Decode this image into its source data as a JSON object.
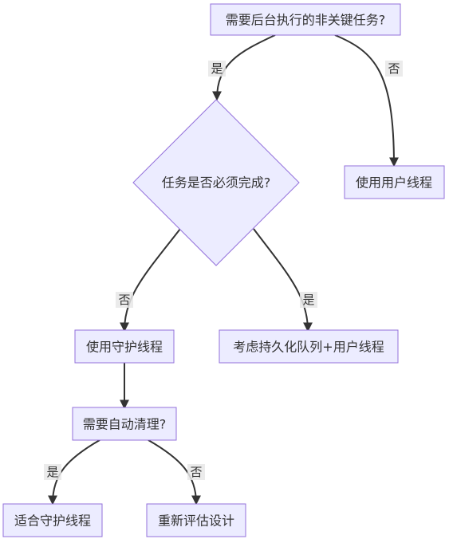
{
  "nodes": {
    "q_background": "需要后台执行的非关键任务?",
    "user_thread_top": "使用用户线程",
    "q_must_complete": "任务是否必须完成?",
    "daemon_thread": "使用守护线程",
    "persistent_queue": "考虑持久化队列+用户线程",
    "q_auto_cleanup": "需要自动清理?",
    "suitable_daemon": "适合守护线程",
    "reevaluate": "重新评估设计"
  },
  "edges": {
    "q_background_yes": "是",
    "q_background_no": "否",
    "q_must_complete_no": "否",
    "q_must_complete_yes": "是",
    "q_auto_cleanup_yes": "是",
    "q_auto_cleanup_no": "否"
  },
  "colors": {
    "node_fill": "#ECECFF",
    "node_stroke": "#9370DB",
    "edge": "#333333",
    "label_bg": "#E8E8E8"
  }
}
